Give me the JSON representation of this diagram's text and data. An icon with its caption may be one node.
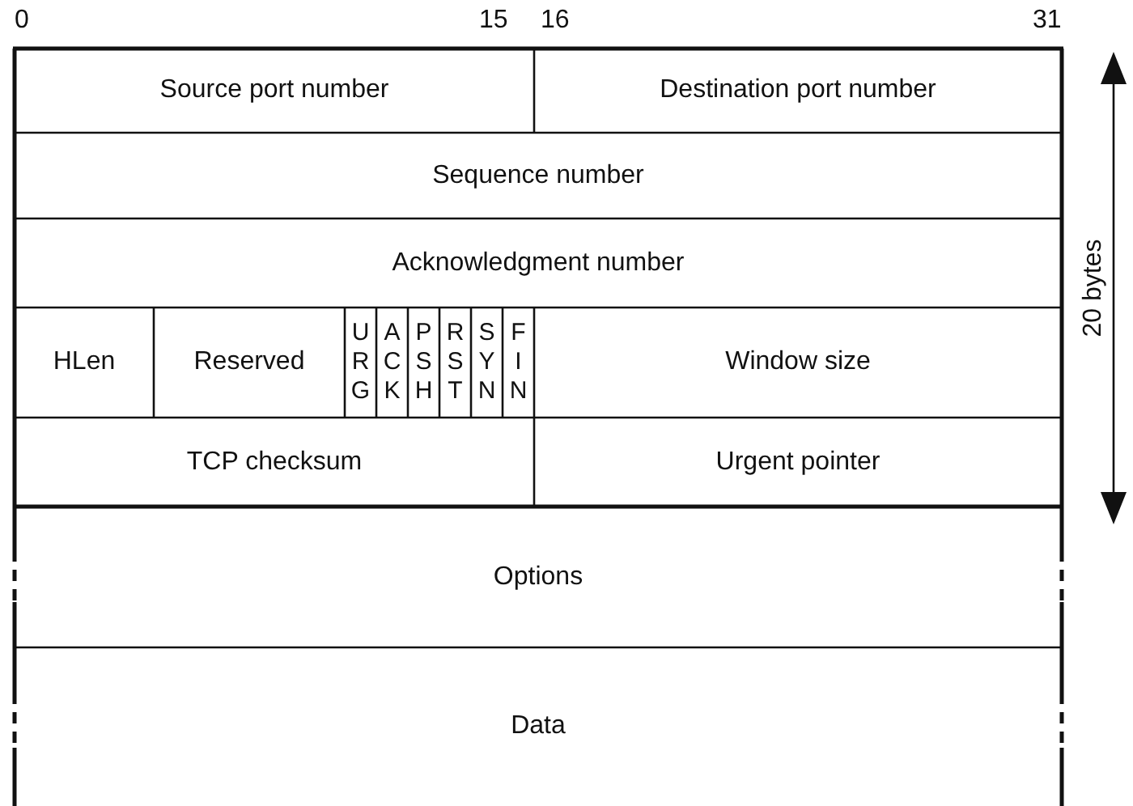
{
  "diagram": {
    "nodes": [
      {
        "text": [
          "Source port number"
        ]
      },
      {
        "text": [
          "Destination port number"
        ]
      },
      {
        "text": [
          "Sequence number"
        ]
      },
      {
        "text": [
          "Acknowledgment number"
        ]
      },
      {
        "text": [
          "HLen"
        ]
      },
      {
        "text": [
          "Reserved"
        ]
      },
      {
        "text": [
          "URG"
        ]
      },
      {
        "text": [
          "ACK"
        ]
      },
      {
        "text": [
          "PSH"
        ]
      },
      {
        "text": [
          "RST"
        ]
      },
      {
        "text": [
          "SYN"
        ]
      },
      {
        "text": [
          "FIN"
        ]
      },
      {
        "text": [
          "Window size"
        ]
      },
      {
        "text": [
          "TCP checksum"
        ]
      },
      {
        "text": [
          "Urgent pointer"
        ]
      },
      {
        "text": [
          "Options"
        ]
      },
      {
        "text": [
          "Data"
        ]
      }
    ],
    "labels": [
      "0",
      "15",
      "16",
      "31",
      "20 bytes"
    ]
  }
}
